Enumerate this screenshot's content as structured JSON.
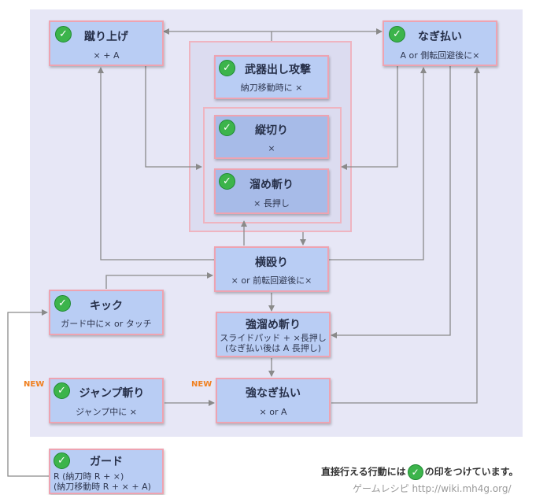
{
  "nodes": {
    "keriage": {
      "title": "蹴り上げ",
      "sub": "× + A"
    },
    "nagi": {
      "title": "なぎ払い",
      "sub": "A or 側転回避後に×"
    },
    "buki": {
      "title": "武器出し攻撃",
      "sub": "納刀移動時に ×"
    },
    "tategiri": {
      "title": "縦切り",
      "sub": "×"
    },
    "tame": {
      "title": "溜め斬り",
      "sub": "× 長押し"
    },
    "yokonagu": {
      "title": "横殴り",
      "sub": "× or 前転回避後に×"
    },
    "kick": {
      "title": "キック",
      "sub": "ガード中に× or タッチ"
    },
    "kyotame": {
      "title": "強溜め斬り",
      "sub1": "スライドパッド + ×長押し",
      "sub2": "(なぎ払い後は A 長押し)"
    },
    "jump": {
      "title": "ジャンプ斬り",
      "sub": "ジャンプ中に ×"
    },
    "kyonagi": {
      "title": "強なぎ払い",
      "sub": "× or A"
    },
    "guard": {
      "title": "ガード",
      "sub1": "R (納刀時 R + ×)",
      "sub2": "(納刀移動時 R + × + A)"
    }
  },
  "new_tag": "NEW",
  "check_glyph": "✓",
  "legend": {
    "before": "直接行える行動には",
    "after": "の印をつけています。"
  },
  "credit": "ゲームレシピ http://wiki.mh4g.org/"
}
